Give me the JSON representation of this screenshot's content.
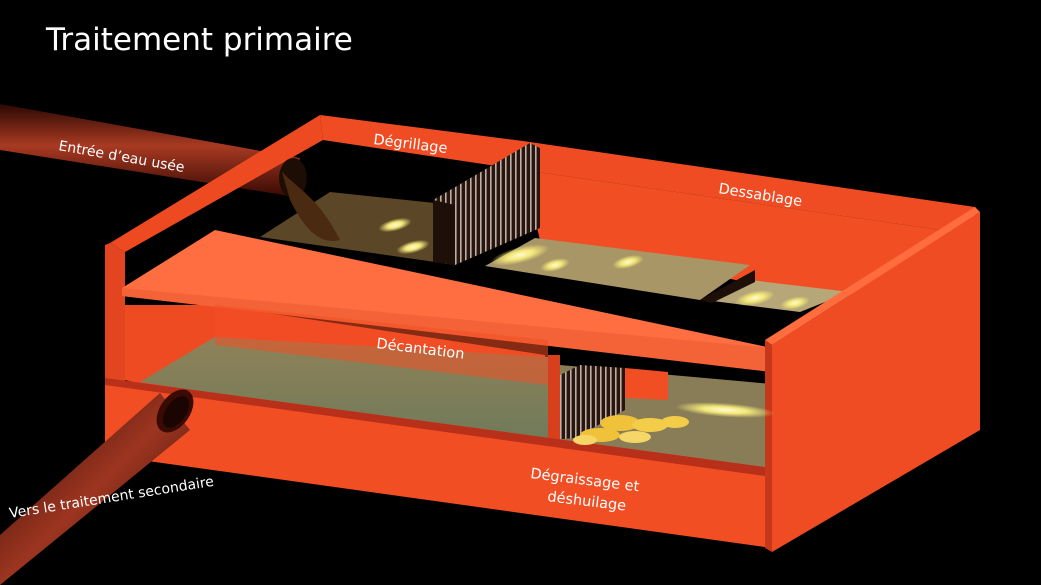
{
  "title": "Traitement primaire",
  "labels": {
    "inlet_pipe": "Entrée d’eau usée",
    "outlet_pipe": "Vers le traitement secondaire",
    "screening": "Dégrillage",
    "grit_removal": "Dessablage",
    "settling": "Décantation",
    "degreasing_line1": "Dégraissage et",
    "degreasing_line2": "déshuilage"
  },
  "colors": {
    "background": "#000000",
    "tank": "#f24e24",
    "tank_light": "#ff6d3f",
    "wall_edge": "#b8301a",
    "water": "#8a7c52",
    "grease": "#f0c23a",
    "pipe": "#7a1d0e",
    "text": "#ffffff"
  }
}
